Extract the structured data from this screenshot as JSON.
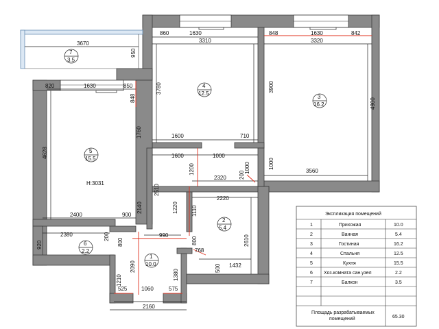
{
  "dims": {
    "d3670": "3670",
    "d950": "950",
    "d860": "860",
    "d1630a": "1630",
    "d3310": "3310",
    "d848a": "848",
    "d1630b": "1630",
    "d842": "842",
    "d3320": "3320",
    "d820": "820",
    "d1630c": "1630",
    "d850": "850",
    "d848b": "848",
    "d3780": "3780",
    "d3900": "3900",
    "d4900": "4900",
    "d4628": "4628",
    "d1760": "1760",
    "d1600a": "1600",
    "d710": "710",
    "d1600b": "1600",
    "d1000a": "1000",
    "d1000b": "1000",
    "d1000c": "1000",
    "d3560": "3560",
    "d1200": "1200",
    "d200a": "200",
    "d2320": "2320",
    "d2510": "2510",
    "d2140": "2140",
    "d2220": "2220",
    "d1220": "1220",
    "d1110": "1110",
    "d2400": "2400",
    "d900": "900",
    "d2380": "2380",
    "d920": "920",
    "d200b": "200",
    "d800a": "800",
    "d990": "990",
    "d800b": "800",
    "d768": "768",
    "d2610": "2610",
    "d500": "500",
    "d1432": "1432",
    "d2090": "2090",
    "d1380": "1380",
    "d1210": "1210",
    "d525": "525",
    "d1060": "1060",
    "d575": "575",
    "d2160": "2160"
  },
  "ceiling_height": "H:3031",
  "rooms": [
    {
      "num": "1",
      "area": "10.0"
    },
    {
      "num": "2",
      "area": "5.4"
    },
    {
      "num": "3",
      "area": "16.2"
    },
    {
      "num": "4",
      "area": "12.5"
    },
    {
      "num": "5",
      "area": "15.5"
    },
    {
      "num": "6",
      "area": "2.2"
    },
    {
      "num": "7",
      "area": "3.5"
    }
  ],
  "explication": {
    "title": "Экспликация помещений",
    "rows": [
      {
        "n": "1",
        "name": "Прихожая",
        "area": "10.0"
      },
      {
        "n": "2",
        "name": "Ванная",
        "area": "5.4"
      },
      {
        "n": "3",
        "name": "Гостиная",
        "area": "16.2"
      },
      {
        "n": "4",
        "name": "Спальня",
        "area": "12.5"
      },
      {
        "n": "5",
        "name": "Кухня",
        "area": "15.5"
      },
      {
        "n": "6",
        "name": "Хоз.комната сан.узел",
        "area": "2.2"
      },
      {
        "n": "7",
        "name": "Балкон",
        "area": "3.5"
      }
    ],
    "footer_label_1": "Площадь разрабатываемых",
    "footer_label_2": "помещений",
    "footer_value": "65.30"
  },
  "colors": {
    "wall": "#8a8a8a",
    "red_dim": "#e0301e"
  }
}
